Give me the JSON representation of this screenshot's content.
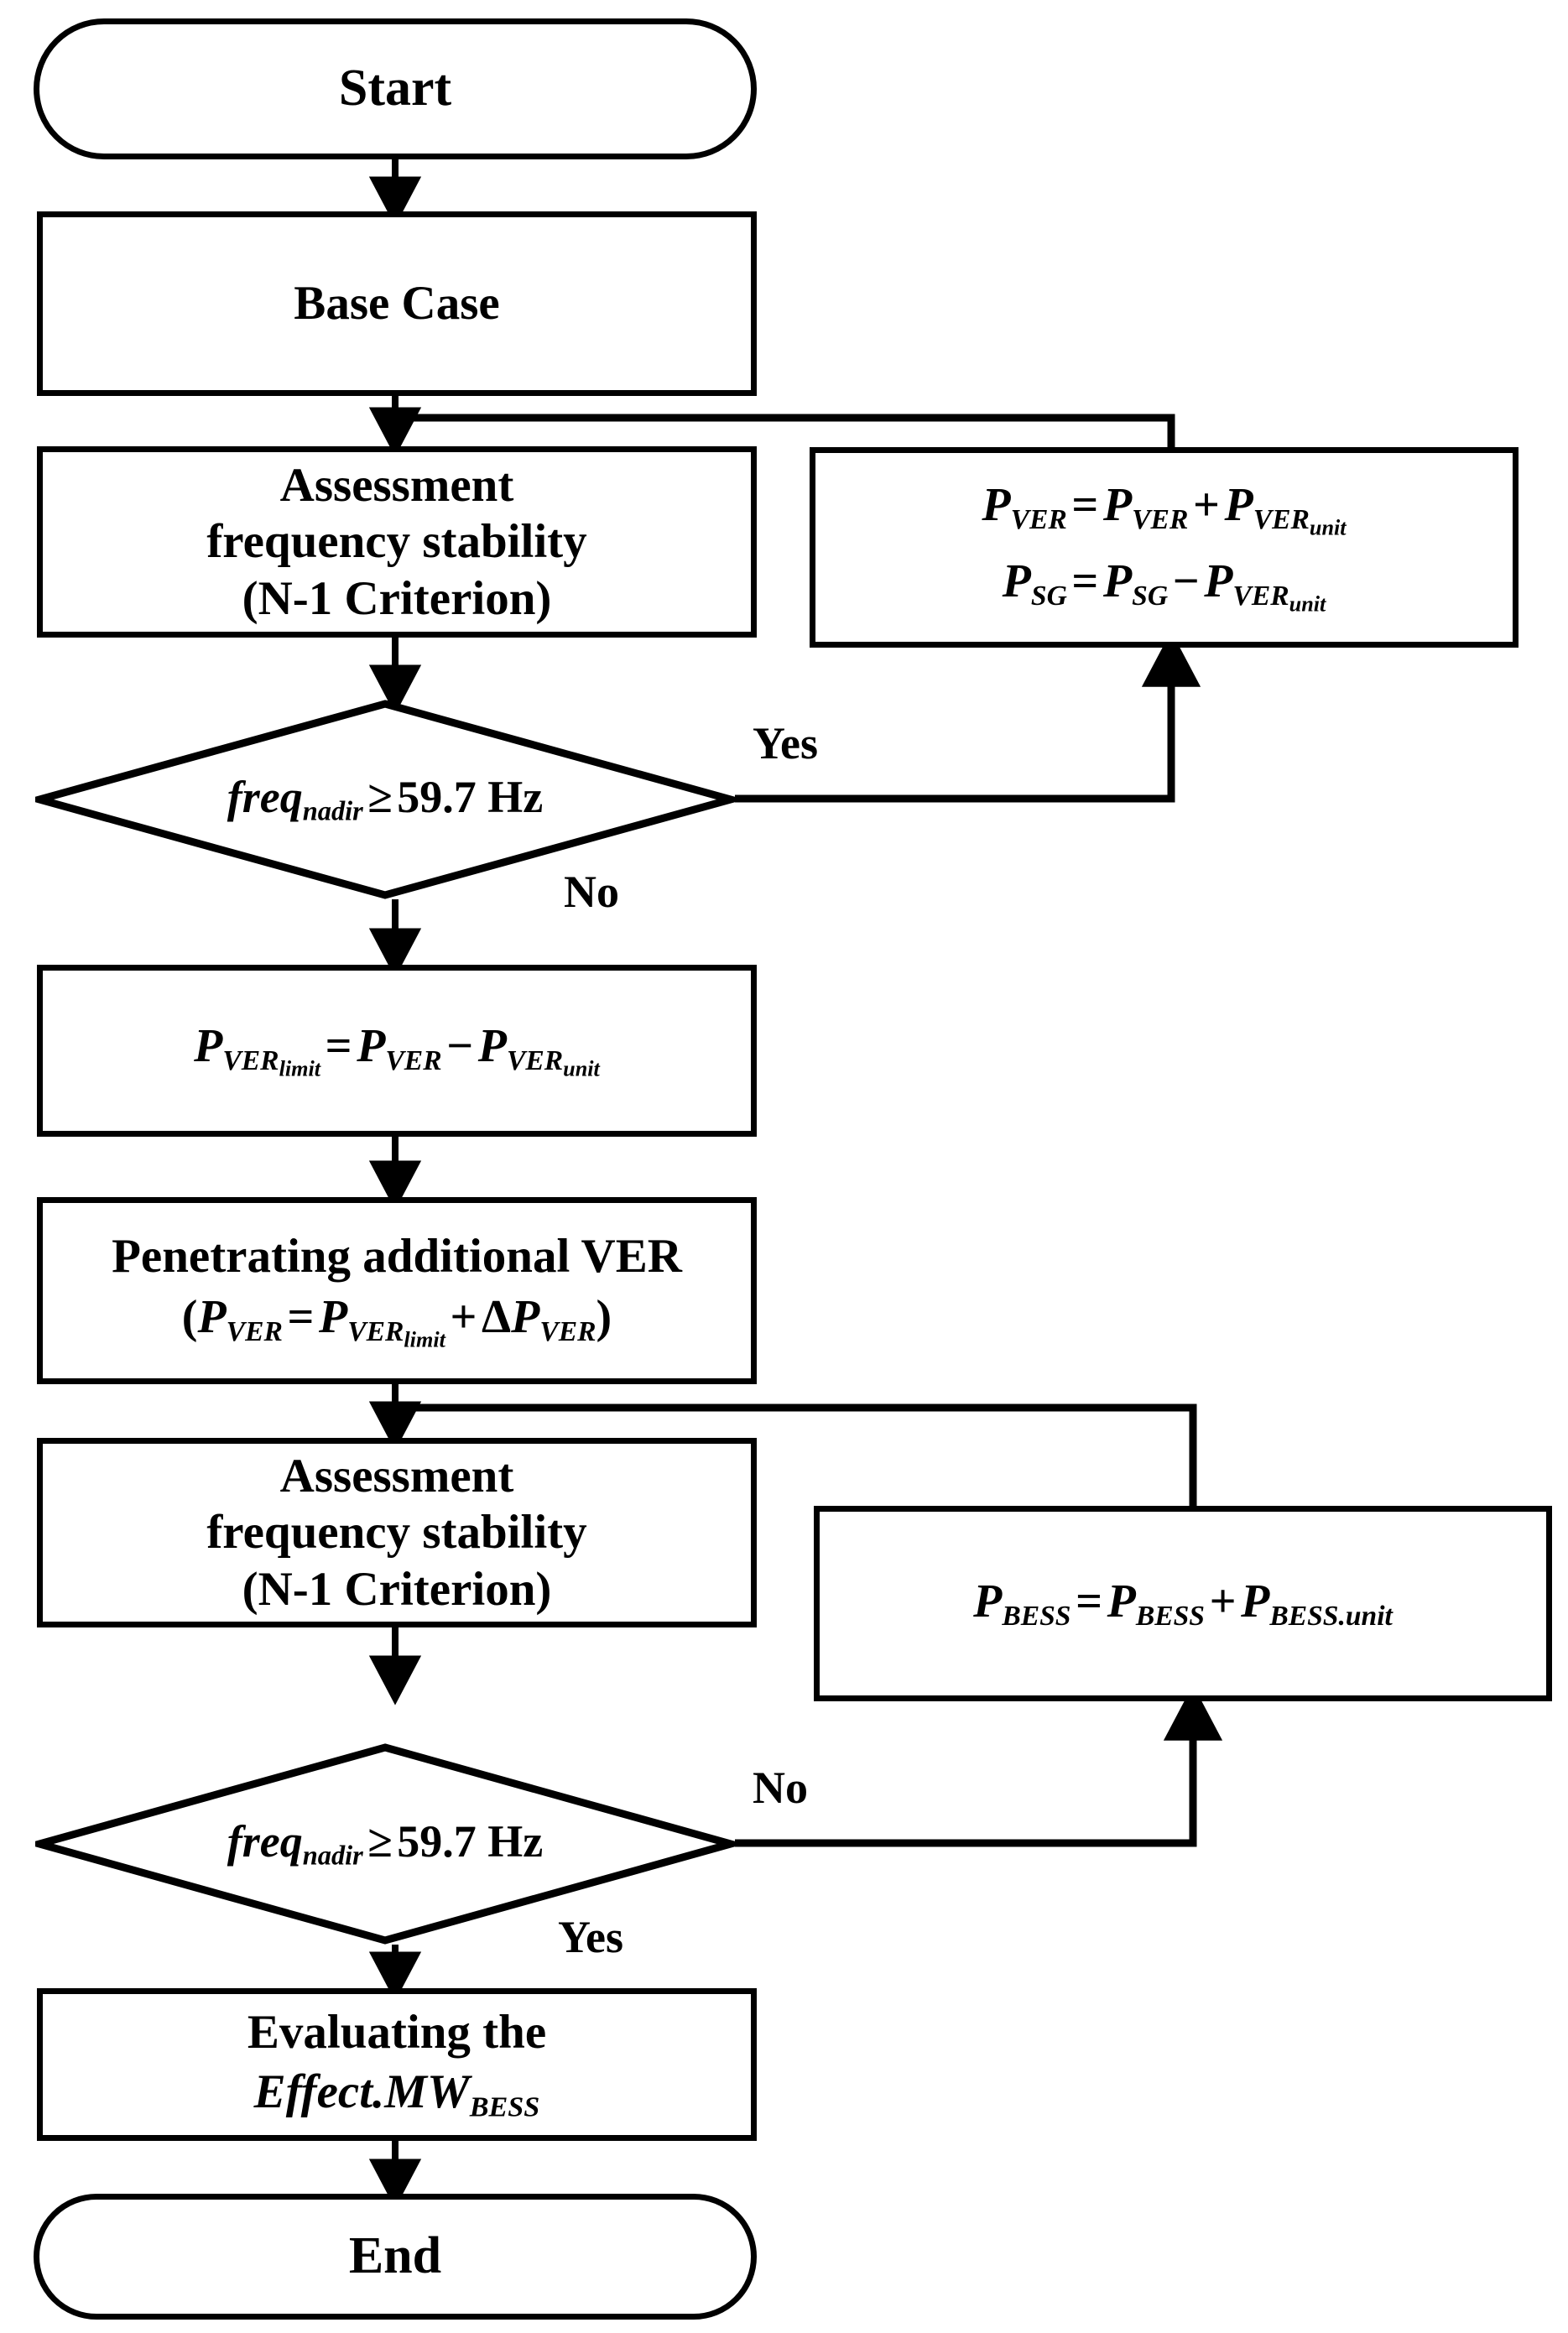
{
  "diagram": {
    "title": "Frequency stability assessment and BESS sizing flowchart",
    "type": "flowchart",
    "colors": {
      "stroke": "#000000",
      "fill": "#ffffff",
      "text": "#000000"
    }
  },
  "nodes": {
    "start": {
      "shape": "terminal",
      "label": "Start"
    },
    "base_case": {
      "shape": "process",
      "label": "Base Case"
    },
    "assessment_1": {
      "shape": "process",
      "line1": "Assessment",
      "line2": "frequency stability",
      "line3": "(N-1 Criterion)"
    },
    "update_ver_sg": {
      "shape": "process",
      "equation_1": "P_VER = P_VER + P_VER_unit",
      "equation_2": "P_SG = P_SG - P_VER_unit"
    },
    "decision_1": {
      "shape": "decision",
      "label": "freq_nadir >= 59.7 Hz",
      "yes_label": "Yes",
      "no_label": "No"
    },
    "ver_limit": {
      "shape": "process",
      "equation": "P_VER_limit = P_VER - P_VER_unit"
    },
    "penetrating_ver": {
      "shape": "process",
      "line1": "Penetrating additional VER",
      "line2": "(P_VER = P_VER_limit + DeltaP_VER)"
    },
    "assessment_2": {
      "shape": "process",
      "line1": "Assessment",
      "line2": "frequency stability",
      "line3": "(N-1 Criterion)"
    },
    "update_bess": {
      "shape": "process",
      "equation": "P_BESS = P_BESS + P_BESS.unit"
    },
    "decision_2": {
      "shape": "decision",
      "label": "freq_nadir >= 59.7 Hz",
      "no_label": "No",
      "yes_label": "Yes"
    },
    "evaluating": {
      "shape": "process",
      "line1": "Evaluating the",
      "line2": "Effect.MW_BESS"
    },
    "end": {
      "shape": "terminal",
      "label": "End"
    }
  },
  "symbols": {
    "P": "P",
    "VER": "VER",
    "SG": "SG",
    "BESS": "BESS",
    "unit": "unit",
    "limit": "limit",
    "dot_unit": ".unit",
    "freq": "freq",
    "nadir": "nadir",
    "geq": "≥",
    "value_hz": "59.7 Hz",
    "plus": "+",
    "minus": "−",
    "equals": "=",
    "delta": "Δ",
    "Effect_MW": "Effect.MW",
    "open_paren": "(",
    "close_paren": ")"
  },
  "edge_labels": {
    "decision1_yes": "Yes",
    "decision1_no": "No",
    "decision2_no": "No",
    "decision2_yes": "Yes"
  }
}
